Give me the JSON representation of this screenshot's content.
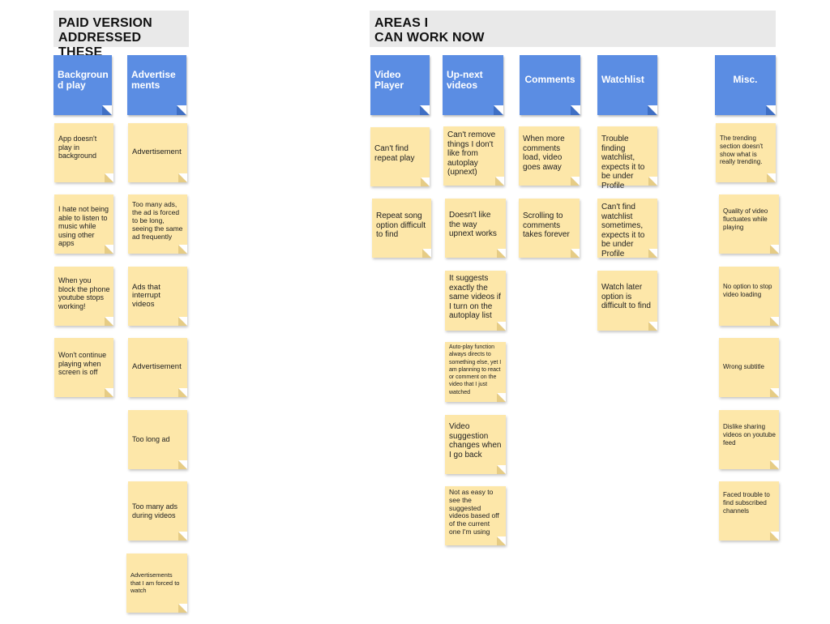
{
  "left_header": "PAID VERSION\nADDRESSED THESE",
  "right_header": "AREAS I\nCAN WORK NOW",
  "categories": {
    "background_play": "Backgroun\nd play",
    "advertisements": "Advertise\nments",
    "video_player": "Video\nPlayer",
    "upnext_videos": "Up-next\nvideos",
    "comments": "Comments",
    "watchlist": "Watchlist",
    "misc": "Misc."
  },
  "background_play": [
    "App doesn't play in background",
    "I hate not being able to listen to music while using other apps",
    "When you block the phone youtube stops working!",
    "Won't continue playing when screen is off"
  ],
  "advertisements": [
    "Advertisement",
    "Too many ads, the ad is forced to be long, seeing the same ad frequently",
    "Ads that interrupt videos",
    "Advertisement",
    "Too long ad",
    "Too many ads during videos",
    "Advertisements that I am forced to watch"
  ],
  "video_player": [
    "Can't find repeat play",
    "Repeat song option difficult to find"
  ],
  "upnext_videos": [
    "Can't remove things I don't like from autoplay (upnext)",
    "Doesn't like the way upnext works",
    "It suggests exactly the same videos if I turn on the autoplay list",
    "Auto-play function always directs to something else, yet I am planning to react or comment on the video that I just watched",
    "Video suggestion changes when I go  back",
    "Not as easy to see the suggested videos based off of the current one I'm using"
  ],
  "comments": [
    "When more comments load, video goes away",
    "Scrolling to comments takes forever"
  ],
  "watchlist": [
    "Trouble finding watchlist, expects it to be under Profile",
    "Can't find watchlist sometimes, expects it to be under Profile",
    "Watch later option is difficult to find"
  ],
  "misc": [
    "The trending section doesn't show what is really trending.",
    "Quality of video fluctuates while playing",
    "No option to stop video loading",
    "Wrong subtitle",
    "Dislike sharing videos on youtube feed",
    "Faced trouble to find subscribed channels"
  ]
}
